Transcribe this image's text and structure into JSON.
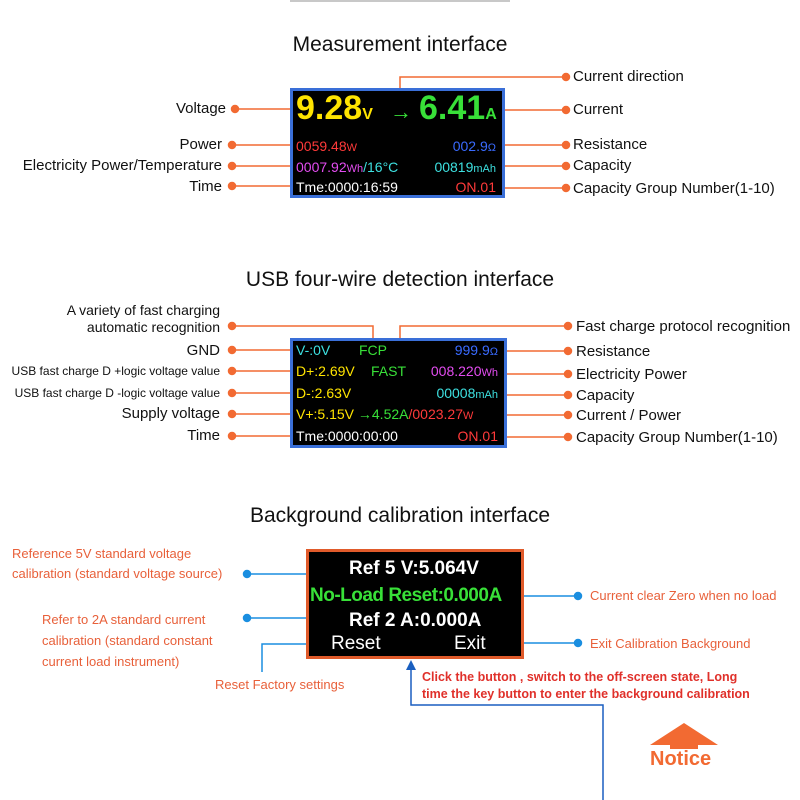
{
  "colors": {
    "orange": "#f26a32",
    "blue": "#1a8ee0",
    "screen_border": "#3a6fd8",
    "calib_border": "#e05a2a"
  },
  "top_bar": "",
  "measurement": {
    "title": "Measurement interface",
    "left_labels": [
      "Voltage",
      "Power",
      "Electricity Power/Temperature",
      "Time"
    ],
    "right_labels": [
      "Current direction",
      "Current",
      "Resistance",
      "Capacity",
      "Capacity Group Number(1-10)"
    ],
    "screen": {
      "voltage": "9.28",
      "voltage_unit": "V",
      "arrow": "→",
      "current": "6.41",
      "current_unit": "A",
      "power": "0059.48",
      "power_unit": "W",
      "resistance": "002.9",
      "resistance_unit": "Ω",
      "energy": "0007.92",
      "energy_unit": "Wh",
      "temperature": "/16°C",
      "capacity": "00819",
      "capacity_unit": "mAh",
      "time": "Tme:0000:16:59",
      "group": "ON.01"
    }
  },
  "usb": {
    "title": "USB four-wire detection interface",
    "left_labels": [
      "A variety of fast charging",
      "automatic recognition",
      "GND",
      "USB fast charge D +logic voltage value",
      "USB fast charge D -logic voltage value",
      "Supply voltage",
      "Time"
    ],
    "right_labels": [
      "Fast charge protocol recognition",
      "Resistance",
      "Electricity Power",
      "Capacity",
      "Current / Power",
      "Capacity Group Number(1-10)"
    ],
    "screen": {
      "vminus": "V-:0V",
      "fcp": "FCP",
      "resistance": "999.9",
      "resistance_unit": "Ω",
      "dplus": "D+:2.69V",
      "fast": "FAST",
      "energy": "008.220",
      "energy_unit": "Wh",
      "dminus": "D-:2.63V",
      "capacity": "00008",
      "capacity_unit": "mAh",
      "vplus": "V+:5.15V",
      "arrow": "→",
      "current": "4.52A",
      "power": "/0023.27",
      "power_unit": "W",
      "time": "Tme:0000:00:00",
      "group": "ON.01"
    }
  },
  "calibration": {
    "title": "Background calibration interface",
    "left_labels": [
      "Reference 5V standard voltage",
      "calibration (standard voltage source)",
      "Refer to 2A standard current",
      "calibration (standard constant",
      "current load instrument)",
      "Reset Factory settings"
    ],
    "right_labels": [
      "Current clear Zero when no load",
      "Exit Calibration Background"
    ],
    "screen": {
      "ref5": "Ref 5 V:5.064V",
      "noload": "No-Load Reset:0.000A",
      "ref2": "Ref 2 A:0.000A",
      "reset": "Reset",
      "exit": "Exit"
    },
    "note_line1": "Click the button , switch to the off-screen state, Long",
    "note_line2": "time the key button to enter the background calibration",
    "notice": "Notice"
  }
}
